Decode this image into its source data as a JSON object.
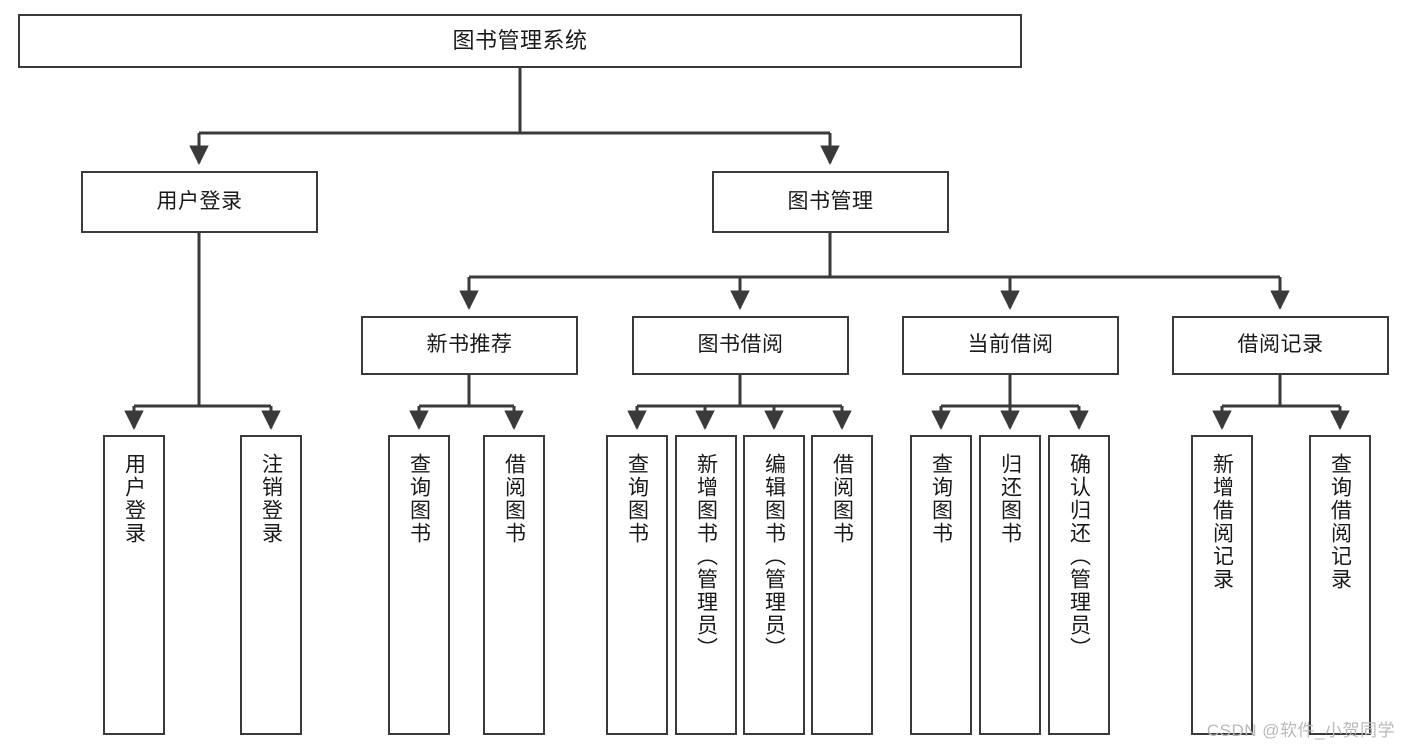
{
  "diagram": {
    "title": "图书管理系统",
    "type": "tree-hierarchy-diagram",
    "watermark": "CSDN @软件_小贺同学",
    "colors": {
      "box_border": "#3a3a3a",
      "box_fill": "#ffffff",
      "edge": "#3a3a3a",
      "text": "#1a1a1a",
      "watermark": "#b9b9b9",
      "background": "#ffffff"
    },
    "nodes": {
      "root": {
        "label": "图书管理系统"
      },
      "level1": [
        {
          "id": "user-login",
          "label": "用户登录"
        },
        {
          "id": "book-management",
          "label": "图书管理"
        }
      ],
      "level2": [
        {
          "id": "new-book-recommend",
          "label": "新书推荐"
        },
        {
          "id": "book-borrow",
          "label": "图书借阅"
        },
        {
          "id": "current-borrow",
          "label": "当前借阅"
        },
        {
          "id": "borrow-record",
          "label": "借阅记录"
        }
      ],
      "leaves": {
        "user-login": [
          {
            "id": "leaf-user-login",
            "label": "用户登录"
          },
          {
            "id": "leaf-logout-login",
            "label": "注销登录"
          }
        ],
        "new-book-recommend": [
          {
            "id": "leaf-query-book-1",
            "label": "查询图书"
          },
          {
            "id": "leaf-borrow-book-1",
            "label": "借阅图书"
          }
        ],
        "book-borrow": [
          {
            "id": "leaf-query-book-2",
            "label": "查询图书"
          },
          {
            "id": "leaf-add-book",
            "label": "新增图书（管理员）"
          },
          {
            "id": "leaf-edit-book",
            "label": "编辑图书（管理员）"
          },
          {
            "id": "leaf-borrow-book-2",
            "label": "借阅图书"
          }
        ],
        "current-borrow": [
          {
            "id": "leaf-query-book-3",
            "label": "查询图书"
          },
          {
            "id": "leaf-return-book",
            "label": "归还图书"
          },
          {
            "id": "leaf-confirm-return",
            "label": "确认归还（管理员）"
          }
        ],
        "borrow-record": [
          {
            "id": "leaf-add-record",
            "label": "新增借阅记录"
          },
          {
            "id": "leaf-query-record",
            "label": "查询借阅记录"
          }
        ]
      }
    }
  }
}
